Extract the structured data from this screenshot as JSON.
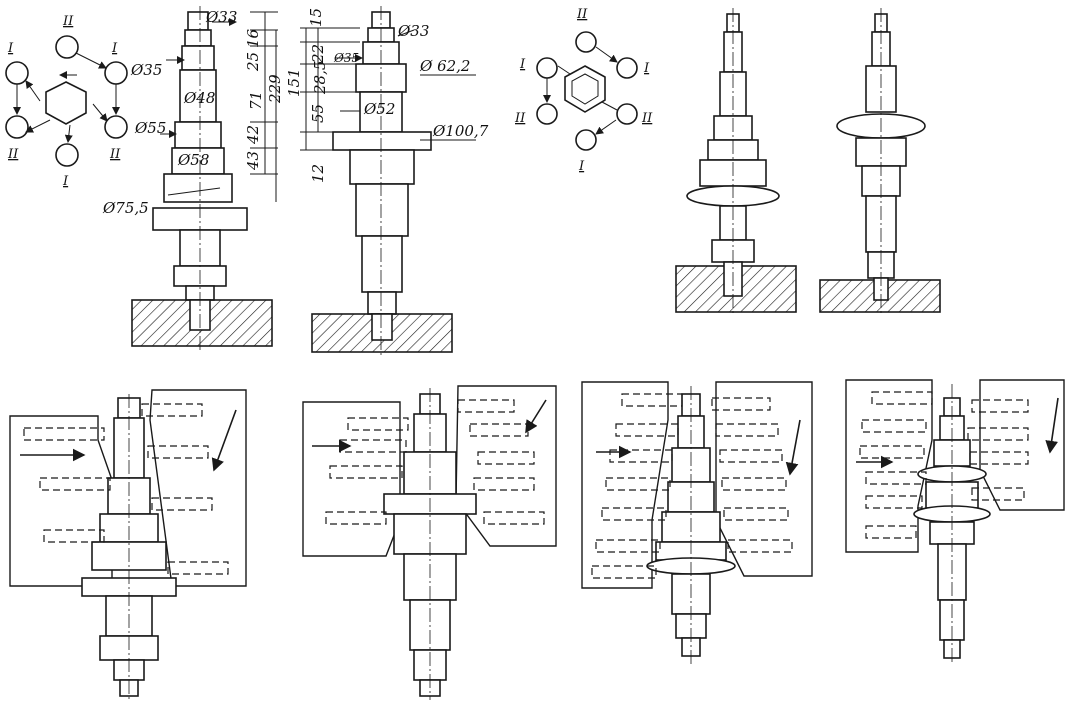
{
  "labels": {
    "roman_one": "I",
    "roman_two": "II"
  },
  "dims_left": {
    "d33": "Ø33",
    "d35": "Ø35",
    "d48": "Ø48",
    "d55": "Ø55",
    "d58": "Ø58",
    "d75": "Ø75,5",
    "l16": "16",
    "l25": "25",
    "l71": "71",
    "l42": "42",
    "l43": "43",
    "l229": "229"
  },
  "dims_right": {
    "d33": "Ø33",
    "d35": "Ø35",
    "d62": "Ø 62,2",
    "d52": "Ø52",
    "d100": "Ø100,7",
    "l15": "15",
    "l22": "22",
    "l285": "28,5",
    "l55": "55",
    "l151": "151",
    "l12": "12"
  },
  "colors": {
    "ink": "#1a1a1a",
    "paper": "#ffffff"
  }
}
